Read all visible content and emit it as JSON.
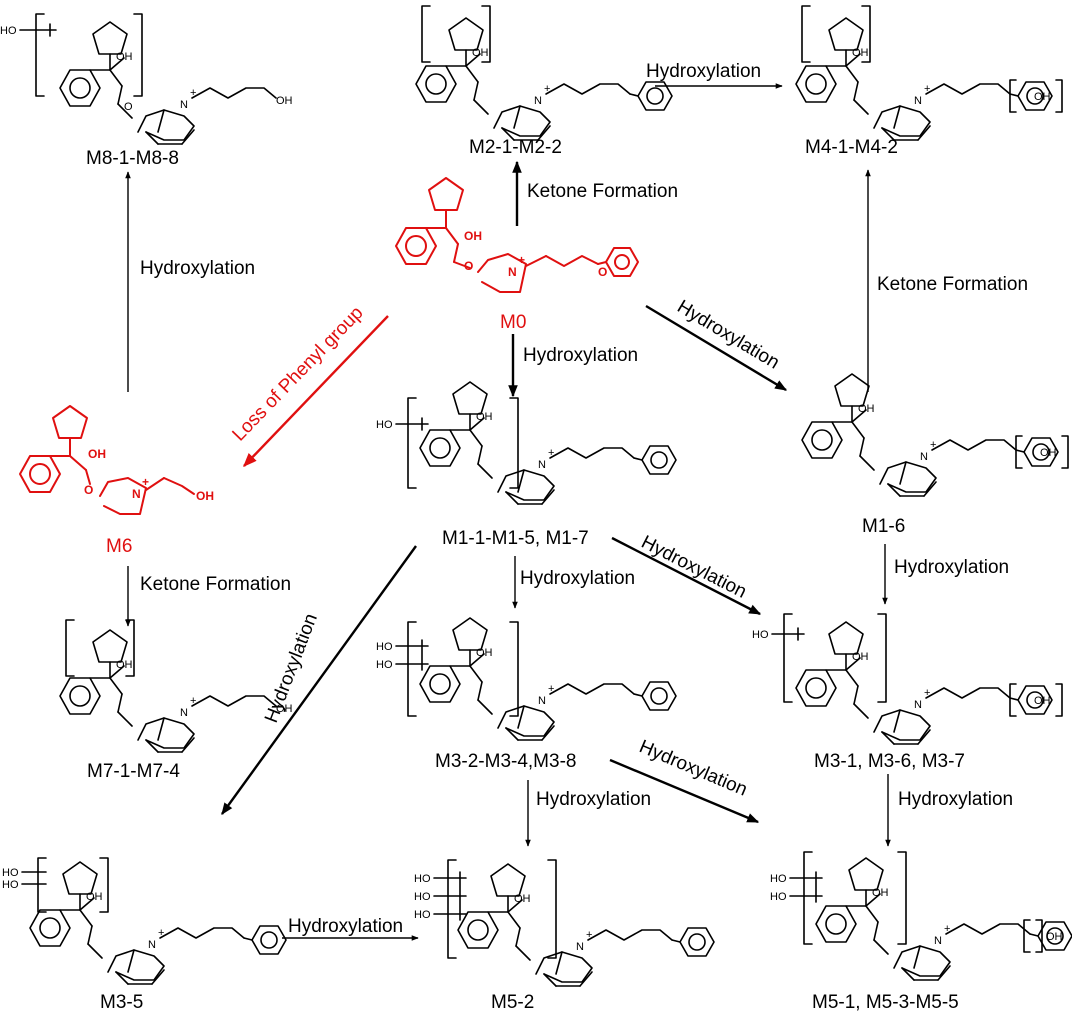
{
  "compounds": {
    "m0": "M0",
    "m1_1": "M1-1-M1-5, M1-7",
    "m1_6": "M1-6",
    "m2": "M2-1-M2-2",
    "m3_1": "M3-1, M3-6, M3-7",
    "m3_2": "M3-2-M3-4,M3-8",
    "m3_5": "M3-5",
    "m4": "M4-1-M4-2",
    "m5_1": "M5-1, M5-3-M5-5",
    "m5_2": "M5-2",
    "m6": "M6",
    "m7": "M7-1-M7-4",
    "m8": "M8-1-M8-8"
  },
  "reactions": {
    "hydroxylation": "Hydroxylation",
    "ketone_formation": "Ketone Formation",
    "loss_of_phenyl": "Loss of Phenyl group"
  },
  "atoms": {
    "oh": "OH",
    "o": "O",
    "n_plus": "N",
    "plus": "+",
    "ho": "HO"
  },
  "colors": {
    "highlight": "#e01010",
    "line": "#000000"
  }
}
